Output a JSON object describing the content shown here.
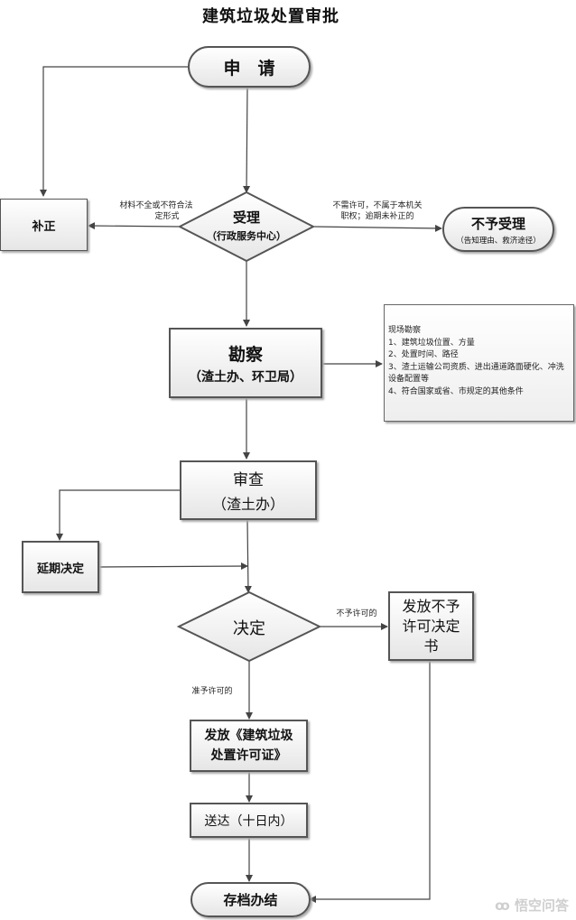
{
  "title": "建筑垃圾处置审批",
  "nodes": {
    "apply": "申　请",
    "accept": {
      "main": "受理",
      "sub": "（行政服务中心）"
    },
    "supplement": "补正",
    "reject": {
      "main": "不予受理",
      "sub": "（告知理由、救济途径）"
    },
    "survey": {
      "main": "勘察",
      "sub": "（渣土办、环卫局）"
    },
    "review": {
      "main": "审查",
      "sub": "（渣土办）"
    },
    "delay": "延期决定",
    "decide": "决定",
    "deny_notice": "发放不予许可决定书",
    "issue_permit": {
      "line1": "发放《建筑垃圾",
      "line2": "处置许可证》"
    },
    "deliver": "送达（十日内）",
    "archive": "存档办结"
  },
  "edge_labels": {
    "to_supplement": {
      "line1": "材料不全或不符合法",
      "line2": "定形式"
    },
    "to_reject": {
      "line1": "不需许可，不属于本机关",
      "line2": "职权；逾期未补正的"
    },
    "not_permitted": "不予许可的",
    "permitted": "准予许可的"
  },
  "survey_note": {
    "heading": "现场勘察",
    "items": [
      "1、建筑垃圾位置、方量",
      "2、处置时间、路径",
      "3、渣土运输公司资质、进出通道路面硬化、冲洗设备配置等",
      "4、符合国家或省、市规定的其他条件"
    ]
  },
  "watermark": "悟空问答"
}
